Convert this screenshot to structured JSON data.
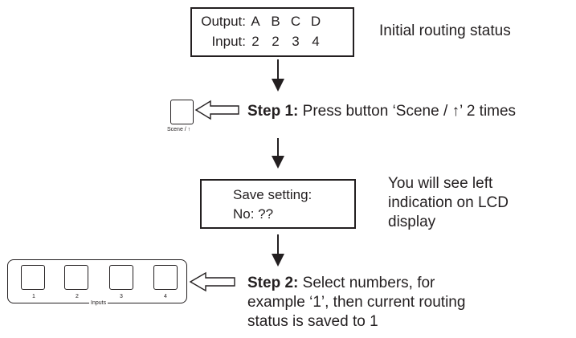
{
  "lcd1": {
    "output_label": "Output:",
    "input_label": "Input:",
    "outputs": [
      "A",
      "B",
      "C",
      "D"
    ],
    "inputs": [
      "2",
      "2",
      "3",
      "4"
    ]
  },
  "initial_status": "Initial routing status",
  "step1": {
    "label": "Step 1:",
    "text": "Press button ‘Scene / ↑’ 2 times",
    "button_caption": "Scene / ↑"
  },
  "lcd2": {
    "line1": "Save setting:",
    "line2": "No: ??"
  },
  "lcd2_note": [
    "You will see left",
    "indication on LCD",
    "display"
  ],
  "panel": {
    "buttons": [
      "1",
      "2",
      "3",
      "4"
    ],
    "caption": "Inputs"
  },
  "step2": {
    "label": "Step 2:",
    "lines": [
      "Select numbers, for",
      "example ‘1’, then current routing",
      "status is saved to 1"
    ]
  }
}
